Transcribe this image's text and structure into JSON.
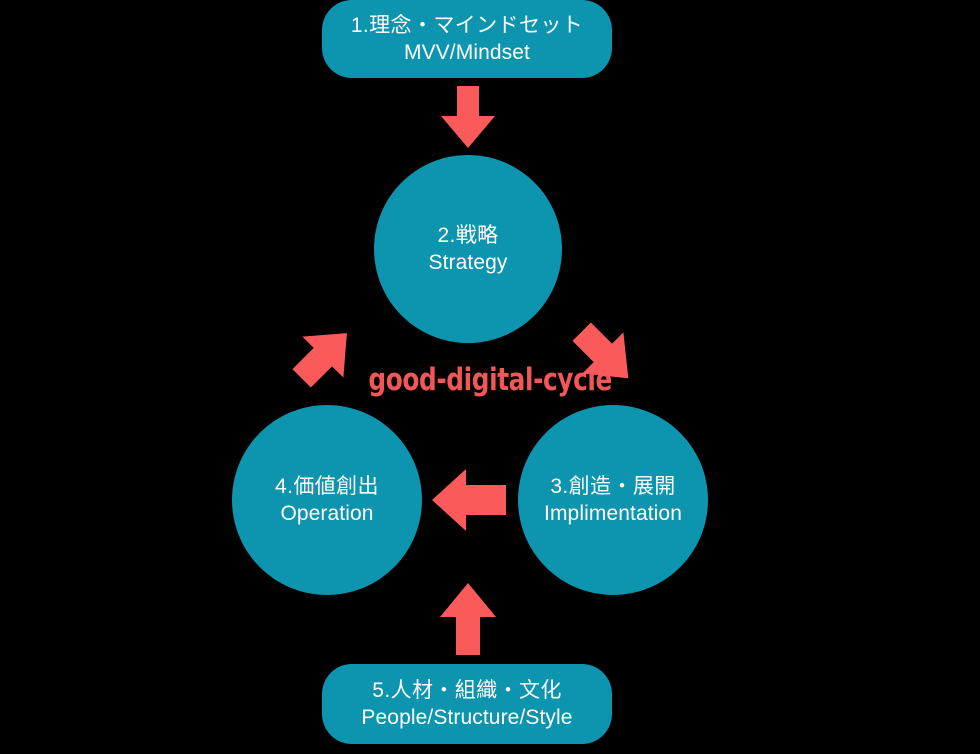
{
  "diagram": {
    "title": "good-digital-cycle",
    "background_color": "#000000",
    "node_color": "#0d94ae",
    "arrow_color": "#fa5a5a",
    "text_color": "#ffffff",
    "watermark": "good-digital-cycle",
    "nodes": [
      {
        "id": "mindset",
        "shape": "pill",
        "jp": "1.理念・マインドセット",
        "en": "MVV/Mindset"
      },
      {
        "id": "strategy",
        "shape": "circle",
        "jp": "2.戦略",
        "en": "Strategy"
      },
      {
        "id": "implementation",
        "shape": "circle",
        "jp": "3.創造・展開",
        "en": "Implimentation"
      },
      {
        "id": "operation",
        "shape": "circle",
        "jp": "4.価値創出",
        "en": "Operation"
      },
      {
        "id": "people",
        "shape": "pill",
        "jp": "5.人材・組織・文化",
        "en": "People/Structure/Style"
      }
    ],
    "arrows": [
      {
        "id": "top-down",
        "direction": "down"
      },
      {
        "id": "right-downright",
        "direction": "down-right"
      },
      {
        "id": "middle-left",
        "direction": "left"
      },
      {
        "id": "left-upright",
        "direction": "up-right"
      },
      {
        "id": "bottom-up",
        "direction": "up"
      }
    ]
  }
}
